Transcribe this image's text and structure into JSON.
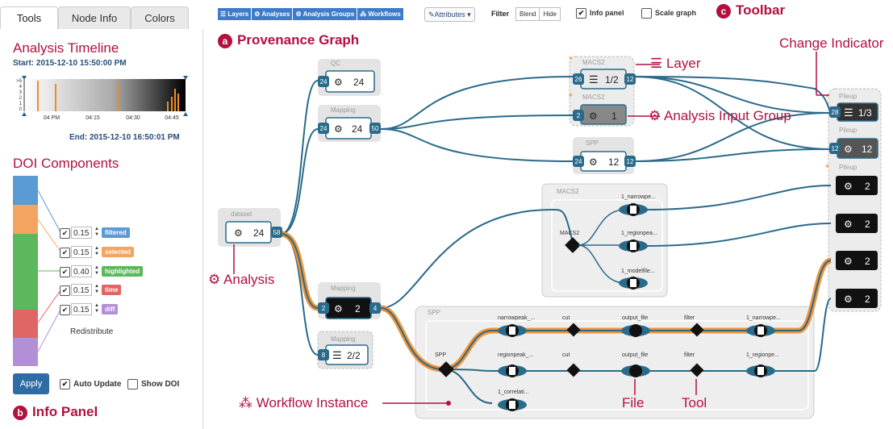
{
  "left_tabs": [
    "Tools",
    "Node Info",
    "Colors"
  ],
  "timeline": {
    "title": "Analysis Timeline",
    "start": "Start: 2015-12-10 15:50:00 PM",
    "end": "End: 2015-12-10 16:50:01 PM",
    "y_ticks": [
      ">5",
      "4",
      "3",
      "2",
      "1",
      "0"
    ],
    "x_ticks": [
      "04 PM",
      "04:15",
      "04:30",
      "04:45"
    ]
  },
  "doi": {
    "title": "DOI Components",
    "rows": [
      {
        "value": "0.15",
        "label": "filtered",
        "color": "#5b9bd5"
      },
      {
        "value": "0.15",
        "label": "selected",
        "color": "#f4a460"
      },
      {
        "value": "0.40",
        "label": "highlighted",
        "color": "#5cb85c"
      },
      {
        "value": "0.15",
        "label": "time",
        "color": "#e06666"
      },
      {
        "value": "0.15",
        "label": "diff",
        "color": "#b38fd6"
      }
    ],
    "redistribute": "Redistribute",
    "apply": "Apply",
    "auto_update": "Auto Update",
    "show_doi": "Show DOI"
  },
  "toolbar": {
    "buttons": [
      "Layers",
      "Analyses",
      "Analysis Groups",
      "Workflows"
    ],
    "attributes": "Attributes",
    "filter": "Filter",
    "blend": "Blend",
    "hide": "Hide",
    "info_panel": "Info panel",
    "scale_graph": "Scale graph"
  },
  "annotations": {
    "a_badge": "a",
    "a_text": "Provenance Graph",
    "b_badge": "b",
    "b_text": "Info Panel",
    "c_badge": "c",
    "c_text": "Toolbar",
    "change_indicator": "Change Indicator",
    "layer": "Layer",
    "analysis_input_group": "Analysis Input Group",
    "analysis": "Analysis",
    "workflow_instance": "Workflow Instance",
    "file": "File",
    "tool": "Tool"
  },
  "graph": {
    "dataset": {
      "title": "dataset",
      "count": "24",
      "out": "58"
    },
    "qc": {
      "title": "QC",
      "in": "24",
      "count": "24"
    },
    "mapping_top": {
      "title": "Mapping",
      "in": "24",
      "count": "24",
      "out": "50"
    },
    "macs2_layer": {
      "title": "MACS2",
      "in": "26",
      "count": "1/2",
      "out": "12"
    },
    "macs2_group": {
      "title": "MACS2",
      "in": "2",
      "count": "1"
    },
    "spp_top": {
      "title": "SPP",
      "in": "24",
      "count": "12",
      "out": "12"
    },
    "macs2_expanded": {
      "title": "MACS2",
      "tool": "MACS2",
      "files": [
        "1_narrowpe...",
        "1_regionpea...",
        "1_modelfile..."
      ]
    },
    "mapping_mid": {
      "title": "Mapping",
      "in": "2",
      "count": "2",
      "out": "4"
    },
    "mapping_low": {
      "title": "Mapping",
      "in": "8",
      "count": "2/2"
    },
    "spp_expanded": {
      "title": "SPP",
      "tool": "SPP",
      "row1": [
        "narrowpeak_...",
        "cut",
        "output_file",
        "filter",
        "1_narrowpe..."
      ],
      "row2": [
        "regionpeak_...",
        "cut",
        "output_file",
        "filter",
        "1_regionpe..."
      ],
      "row3": [
        "1_correlati..."
      ]
    },
    "pileup_nodes": [
      {
        "title": "Pileup",
        "in": "28",
        "count": "1/3"
      },
      {
        "title": "Pileup",
        "in": "12",
        "count": "12"
      },
      {
        "title": "Pileup",
        "count": "2"
      }
    ],
    "pileup_extra": [
      "2",
      "2",
      "2"
    ]
  }
}
